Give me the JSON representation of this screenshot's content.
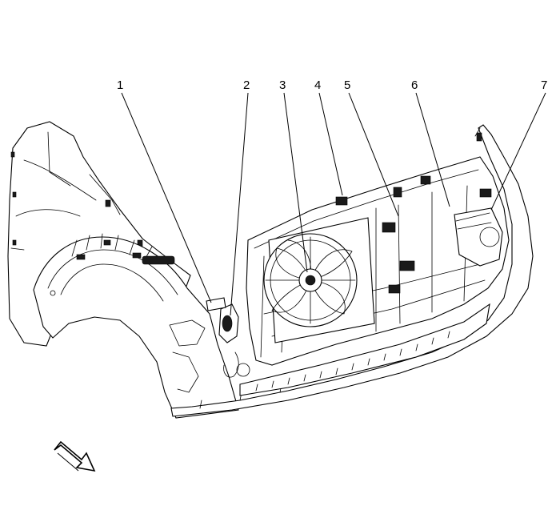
{
  "callouts": [
    {
      "id": "1",
      "label": "1"
    },
    {
      "id": "2",
      "label": "2"
    },
    {
      "id": "3",
      "label": "3"
    },
    {
      "id": "4",
      "label": "4"
    },
    {
      "id": "5",
      "label": "5"
    },
    {
      "id": "6",
      "label": "6"
    },
    {
      "id": "7",
      "label": "7"
    }
  ],
  "icons": {
    "direction_arrow": "front-direction-arrow-icon"
  }
}
